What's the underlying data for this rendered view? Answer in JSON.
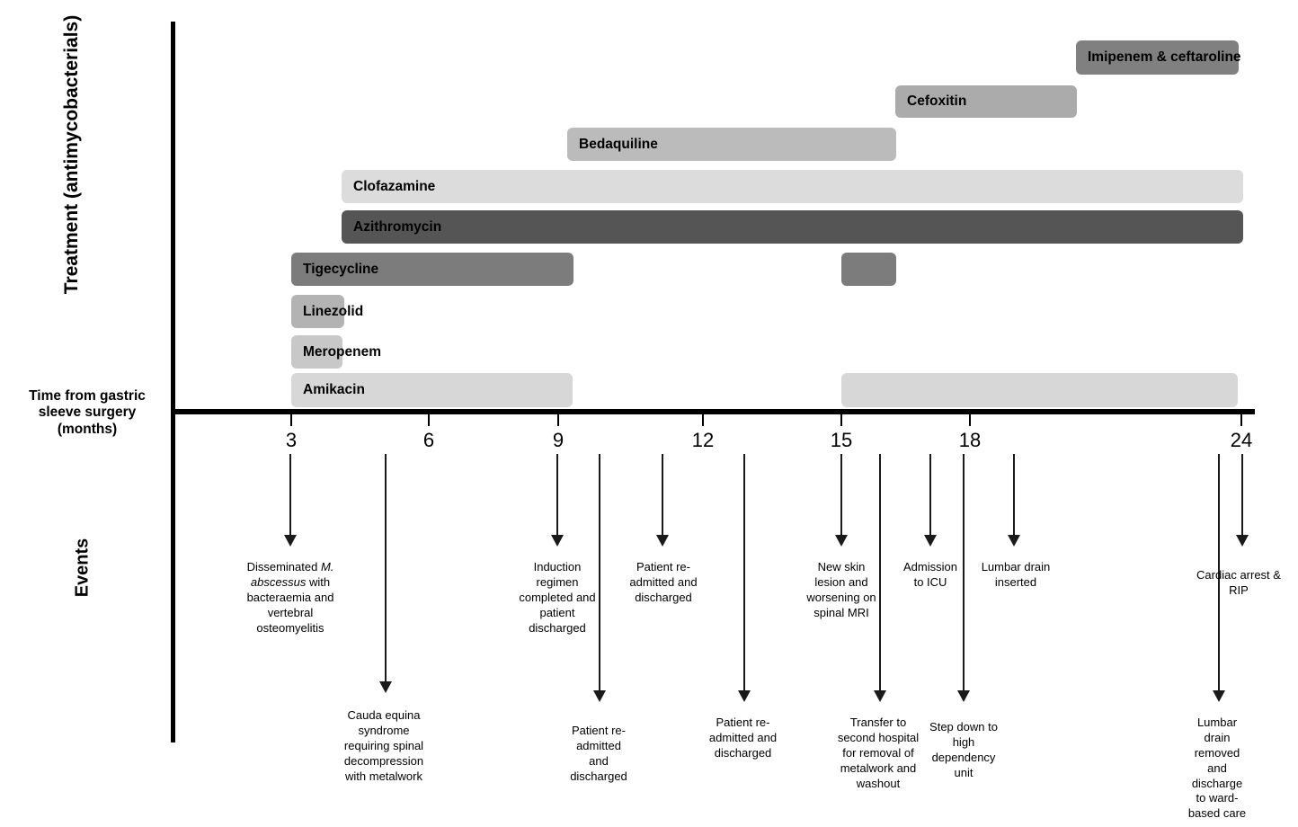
{
  "axes": {
    "y_title": "Treatment (antimycobacterials)",
    "x_caption": "Time from gastric sleeve surgery (months)",
    "events_title": "Events"
  },
  "chart_data": {
    "type": "bar",
    "title": "Treatment (antimycobacterials) timeline",
    "xlabel": "Time from gastric sleeve surgery (months)",
    "ylabel": "Treatment (antimycobacterials)",
    "xlim": [
      0,
      25.5
    ],
    "tick_values": [
      3,
      6,
      9,
      12,
      15,
      18,
      24
    ],
    "tick_labels": [
      "3",
      "6",
      "9",
      "12",
      "15",
      "18",
      "24"
    ],
    "grid": false,
    "legend": "none",
    "bars": [
      {
        "name": "Imipenem & ceftaroline",
        "start_month": 21.4,
        "end_month": 25.2,
        "color": "#808080",
        "row": 0
      },
      {
        "name": "Cefoxitin",
        "start_month": 17.2,
        "end_month": 21.4,
        "color": "#ababab",
        "row": 1
      },
      {
        "name": "Bedaquiline",
        "start_month": 9.5,
        "end_month": 17.2,
        "color": "#bbbbbb",
        "row": 2
      },
      {
        "name": "Clofazamine",
        "start_month": 4.2,
        "end_month": 25.3,
        "color": "#dcdcdc",
        "row": 3
      },
      {
        "name": "Azithromycin",
        "start_month": 4.2,
        "end_month": 25.3,
        "color": "#555555",
        "row": 4
      },
      {
        "name": "Tigecycline",
        "start_month": 2.9,
        "end_month": 9.5,
        "color": "#7c7c7c",
        "row": 5
      },
      {
        "name": "Tigecycline",
        "start_month": 15.0,
        "end_month": 16.3,
        "color": "#7c7c7c",
        "row": 5,
        "segment": 2,
        "label_hidden": true
      },
      {
        "name": "Linezolid",
        "start_month": 2.9,
        "end_month": 4.2,
        "color": "#b3b3b3",
        "row": 6
      },
      {
        "name": "Meropenem",
        "start_month": 2.9,
        "end_month": 4.1,
        "color": "#c8c8c8",
        "row": 7
      },
      {
        "name": "Amikacin",
        "start_month": 2.9,
        "end_month": 9.5,
        "color": "#d7d7d7",
        "row": 8
      },
      {
        "name": "Amikacin",
        "start_month": 15.0,
        "end_month": 24.3,
        "color": "#d7d7d7",
        "row": 8,
        "segment": 2,
        "label_hidden": true
      }
    ],
    "events": [
      {
        "month": 3,
        "text": "Disseminated M. abscessus with bacteraemia and vertebral osteomyelitis",
        "tier": "upper"
      },
      {
        "month": 5.2,
        "text": "Cauda equina syndrome requiring spinal decompression with metalwork",
        "tier": "lower"
      },
      {
        "month": 9,
        "text": "Induction regimen completed and patient discharged",
        "tier": "upper"
      },
      {
        "month": 9.8,
        "text": "Patient re-admitted and discharged",
        "tier": "lower"
      },
      {
        "month": 11.3,
        "text": "Patient re-admitted and discharged",
        "tier": "upper"
      },
      {
        "month": 13.4,
        "text": "Patient re-admitted and discharged",
        "tier": "lower"
      },
      {
        "month": 15,
        "text": "New skin lesion and worsening on spinal MRI",
        "tier": "upper"
      },
      {
        "month": 15.9,
        "text": "Transfer to second hospital for removal of metalwork and washout",
        "tier": "lower"
      },
      {
        "month": 17.1,
        "text": "Admission to ICU",
        "tier": "upper"
      },
      {
        "month": 18,
        "text": "Step down to high dependency unit",
        "tier": "lower"
      },
      {
        "month": 19.7,
        "text": "Lumbar drain inserted",
        "tier": "upper"
      },
      {
        "month": 23.8,
        "text": "Cardiac arrest & RIP",
        "tier": "upper"
      },
      {
        "month": 23.3,
        "text": "Lumbar drain removed and discharge to ward-based care",
        "tier": "lower"
      }
    ]
  },
  "bar_labels": {
    "imipenem": "Imipenem & ceftaroline",
    "cefoxitin": "Cefoxitin",
    "bedaquiline": "Bedaquiline",
    "clofazamine": "Clofazamine",
    "azithromycin": "Azithromycin",
    "tigecycline": "Tigecycline",
    "linezolid": "Linezolid",
    "meropenem": "Meropenem",
    "amikacin": "Amikacin"
  },
  "ticks": [
    "3",
    "6",
    "9",
    "12",
    "15",
    "18",
    "24"
  ],
  "events_text": {
    "e1_l1": "Disseminated ",
    "e1_i1": "M.",
    "e1_i2": "abscessus",
    "e1_l2": " with",
    "e1_l3": "bacteraemia and",
    "e1_l4": "vertebral",
    "e1_l5": "osteomyelitis",
    "e2": "Cauda equina\nsyndrome\nrequiring spinal\ndecompression\nwith metalwork",
    "e3": "Induction\nregimen\ncompleted and\npatient\ndischarged",
    "e4": "Patient re-\nadmitted\nand\ndischarged",
    "e5": "Patient re-\nadmitted and\ndischarged",
    "e6": "Patient re-\nadmitted and\ndischarged",
    "e7": "New skin\nlesion and\nworsening on\nspinal MRI",
    "e8": "Transfer to\nsecond hospital\nfor removal of\nmetalwork and\nwashout",
    "e9": "Admission\nto ICU",
    "e10": "Step down to\nhigh\ndependency\nunit",
    "e11": "Lumbar drain\ninserted",
    "e12": "Cardiac arrest &\nRIP",
    "e13": "Lumbar\ndrain\nremoved\nand\ndischarge\nto ward-\nbased care"
  }
}
